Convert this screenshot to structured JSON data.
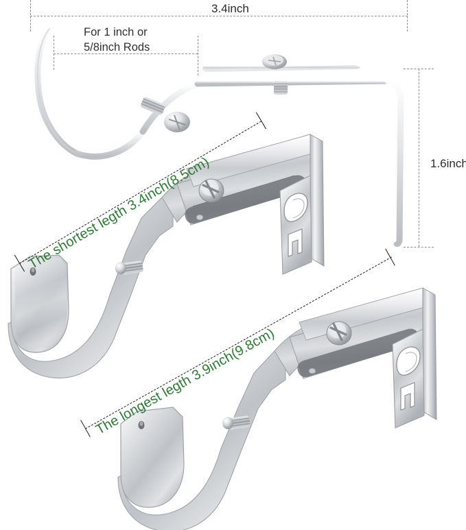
{
  "image": {
    "kind": "product-photo",
    "subject": "adjustable curtain rod bracket",
    "background_color": "#ffffff",
    "metal_finish": "brushed nickel / satin silver"
  },
  "annotations": {
    "accent_green": "#2d7a35",
    "dim_line_color": "#8d8d8d",
    "label_color": "#2b2b2b",
    "top_width": {
      "text": "3.4inch",
      "name": "overall-width-dimension"
    },
    "right_height": {
      "text": "1.6inch",
      "name": "overall-height-dimension"
    },
    "rod_size": {
      "line1": "For 1 inch or",
      "line2": "5/8inch Rods",
      "name": "rod-compatibility-note"
    },
    "shortest": {
      "text": "The shortest legth 3.4inch(8.5cm)",
      "name": "shortest-length-callout"
    },
    "longest": {
      "text": "The longest legth 3.9inch(9.8cm)",
      "name": "longest-length-callout"
    }
  },
  "parts": {
    "outline_bracket": "ghost-outline-bracket-profile",
    "upper_bracket": "bracket-retracted",
    "lower_bracket": "bracket-extended",
    "rod_cradle": "c-shaped-rod-cradle",
    "adjust_screw": "phillips-adjustment-screw",
    "set_screw": "threaded-set-screw",
    "wall_plate": "wall-mount-plate",
    "keyhole": "keyhole-mounting-slot"
  }
}
